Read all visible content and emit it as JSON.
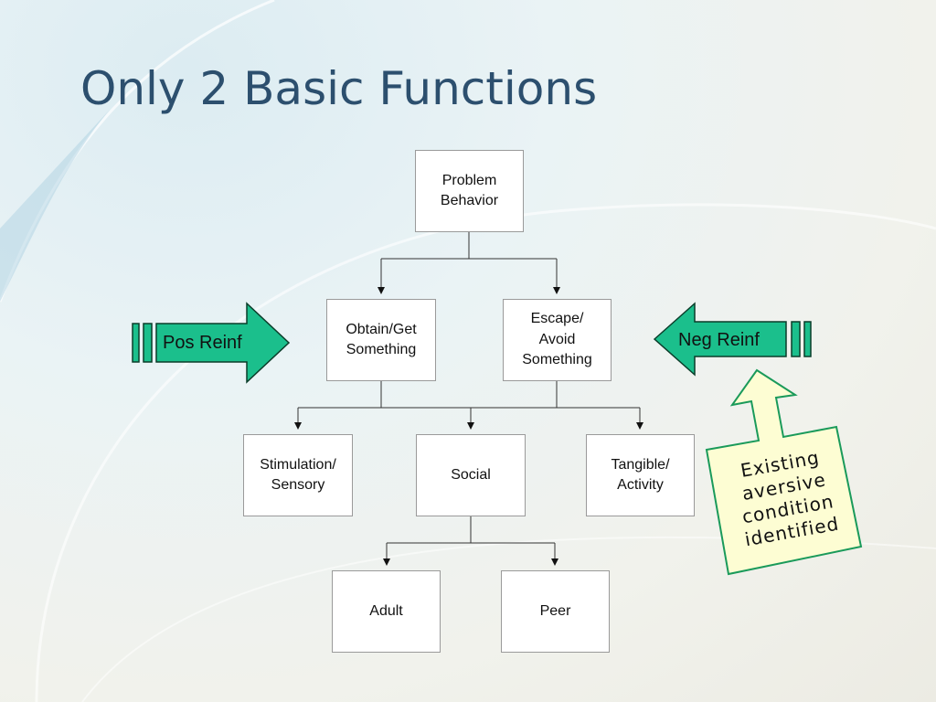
{
  "slide": {
    "title": "Only 2 Basic Functions"
  },
  "diagram": {
    "nodes": {
      "problem_behavior": "Problem\nBehavior",
      "obtain": "Obtain/Get\nSomething",
      "escape": "Escape/\nAvoid\nSomething",
      "stimulation": "Stimulation/\nSensory",
      "social": "Social",
      "tangible": "Tangible/\nActivity",
      "adult": "Adult",
      "peer": "Peer"
    },
    "arrows": {
      "pos_reinf": "Pos Reinf",
      "neg_reinf": "Neg Reinf"
    },
    "callout": "Existing\naversive\ncondition\nidentified",
    "colors": {
      "arrow_fill": "#1bbf8c",
      "callout_fill": "#fdfdd3",
      "callout_border": "#1a9a5a",
      "title": "#2c4f6e"
    }
  }
}
